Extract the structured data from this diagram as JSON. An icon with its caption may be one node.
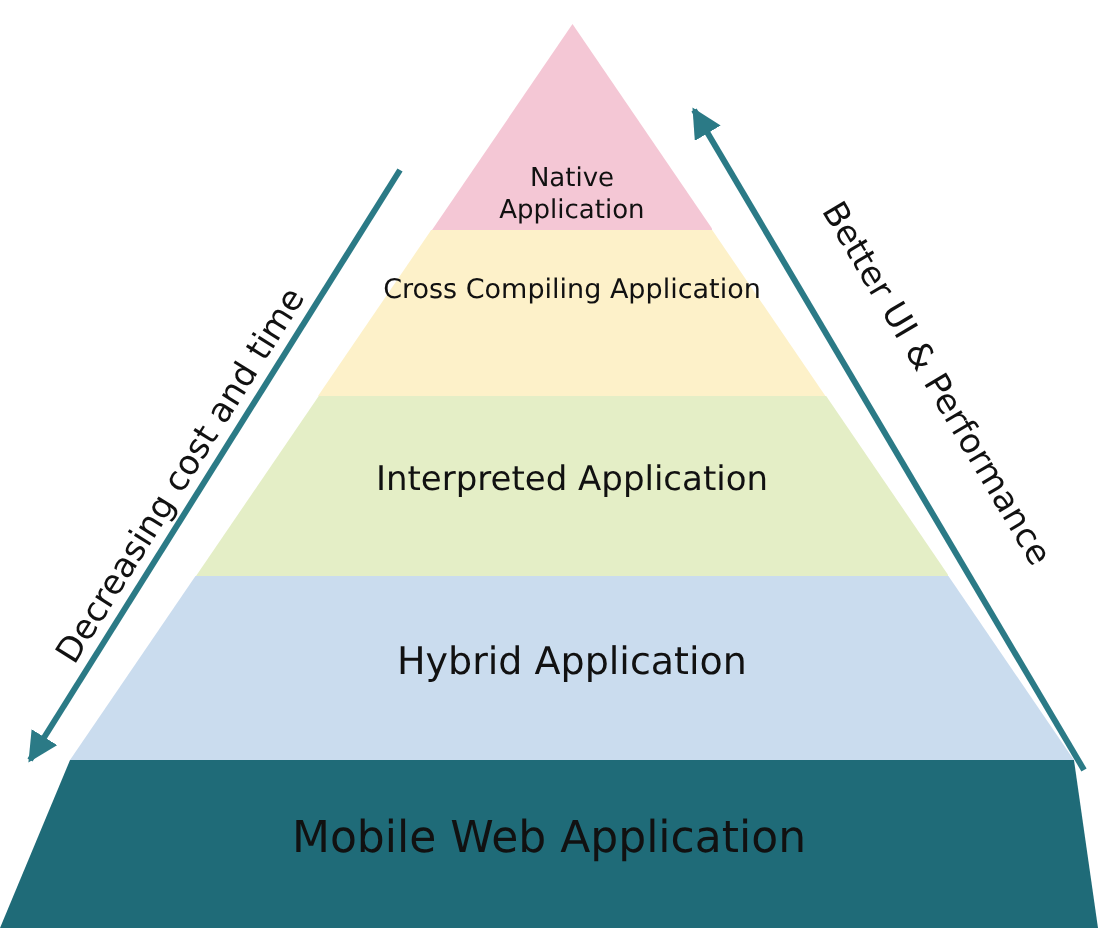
{
  "diagram": {
    "nodes": [
      {
        "text": [
          "Native Application"
        ]
      },
      {
        "text": [
          "Cross Compiling Application"
        ]
      },
      {
        "text": [
          "Interpreted Application"
        ]
      },
      {
        "text": [
          "Hybrid Application"
        ]
      },
      {
        "text": [
          "Mobile Web Application"
        ]
      }
    ],
    "labels": [
      "Decreasing cost and time",
      "Better UI & Performance"
    ]
  }
}
